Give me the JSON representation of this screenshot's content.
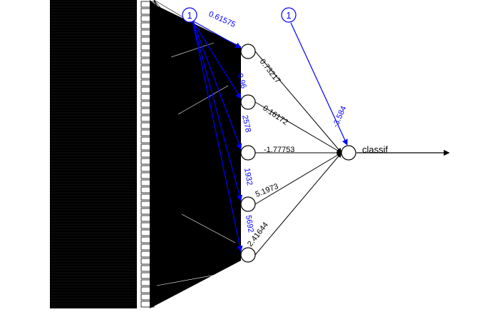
{
  "diagram": {
    "type": "neural-network-plot",
    "colors": {
      "background": "#ffffff",
      "neuron": "#000000",
      "bias": "#0000ff",
      "weight_text": "#000000",
      "bias_text": "#0000ff"
    },
    "bias_nodes": {
      "hidden_bias_label": "1",
      "output_bias_label": "1"
    },
    "hidden_bias_weights": [
      "0.61575",
      "0.96",
      "2578",
      "1932",
      "5692"
    ],
    "hidden_to_output_weights": [
      "0.73217",
      "0.16172",
      "-1.77753",
      "5.1973",
      "2.41644"
    ],
    "output_bias_weight": "-3.584",
    "output": {
      "label": "classif"
    }
  }
}
